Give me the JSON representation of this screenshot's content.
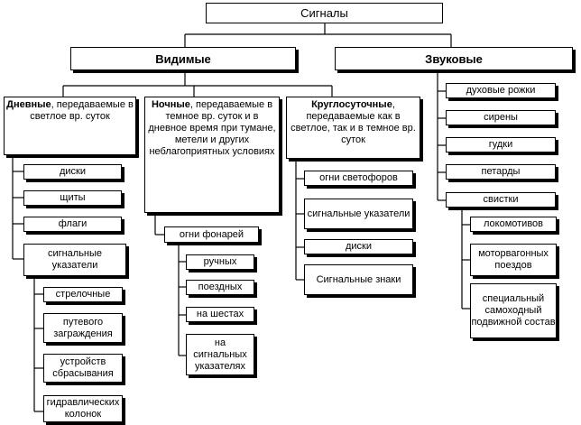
{
  "root": "Сигналы",
  "visible": "Видимые",
  "sound": "Звуковые",
  "day": {
    "title": "Дневные",
    "text": ", передаваемые в светлое вр. суток"
  },
  "night": {
    "title": "Ночные",
    "text": ", передаваемые в темное вр. суток и в дневное время при тумане, метели и других неблагоприятных условиях"
  },
  "allday": {
    "title": "Круглосуточные",
    "text": ", передаваемые как в светлое, так и в темное вр. суток"
  },
  "day_items": [
    "диски",
    "щиты",
    "флаги",
    "сигнальные указатели"
  ],
  "day_pointers": [
    "стрелочные",
    "путевого заграждения",
    "устройств сбрасывания",
    "гидравлических колонок"
  ],
  "night_items": [
    "огни фонарей"
  ],
  "lamps": [
    "ручных",
    "поездных",
    "на шестах",
    "на сигнальных указателях"
  ],
  "allday_items": [
    "огни светофоров",
    "сигнальные указатели",
    "диски",
    "Сигнальные знаки"
  ],
  "sound_items": [
    "духовые рожки",
    "сирены",
    "гудки",
    "петарды",
    "свистки"
  ],
  "whistles": [
    "локомотивов",
    "моторвагонных поездов",
    "специальный самоходный подвижной состав"
  ]
}
